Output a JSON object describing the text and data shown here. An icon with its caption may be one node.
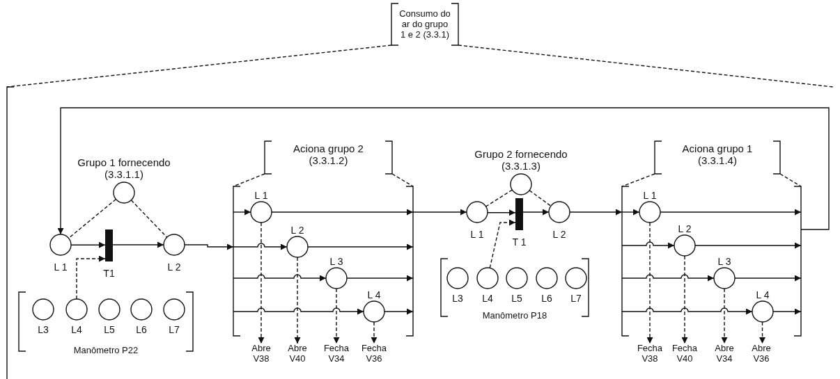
{
  "diagram": {
    "nodes": [
      {
        "text": [
          "Consumo do ar do grupo 1 e 2 (3.3.1)"
        ]
      },
      {
        "text": [],
        "shape": "bracket"
      },
      {
        "text": [
          "Grupo 1 fornecendo (3.3.1.1)"
        ],
        "in": 1
      },
      {
        "text": [],
        "shape": "circle",
        "in": 1,
        "beside": [
          "L 1"
        ]
      },
      {
        "text": [],
        "shape": "bar",
        "in": 1,
        "beside": [
          "T1"
        ]
      },
      {
        "text": [],
        "shape": "circle",
        "in": 1,
        "beside": [
          "L 2"
        ]
      },
      {
        "text": [
          "Manômetro P22"
        ],
        "in": 1
      },
      {
        "text": [],
        "shape": "circle",
        "in": 6,
        "beside": [
          "L3"
        ]
      },
      {
        "text": [],
        "shape": "circle",
        "in": 6,
        "beside": [
          "L4"
        ]
      },
      {
        "text": [],
        "shape": "circle",
        "in": 6,
        "beside": [
          "L5"
        ]
      },
      {
        "text": [],
        "shape": "circle",
        "in": 6,
        "beside": [
          "L6"
        ]
      },
      {
        "text": [],
        "shape": "circle",
        "in": 6,
        "beside": [
          "L7"
        ]
      },
      {
        "text": [
          "Aciona grupo 2 (3.3.1.2)"
        ],
        "in": 1
      },
      {
        "text": [],
        "shape": "bracket",
        "in": 1
      },
      {
        "text": [],
        "shape": "circle",
        "in": 13,
        "beside": [
          "L 1"
        ]
      },
      {
        "text": [],
        "shape": "circle",
        "in": 13,
        "beside": [
          "L 2"
        ]
      },
      {
        "text": [],
        "shape": "circle",
        "in": 13,
        "beside": [
          "L 3"
        ]
      },
      {
        "text": [],
        "shape": "circle",
        "in": 13,
        "beside": [
          "L 4"
        ]
      },
      {
        "text": [
          "Abre V38"
        ],
        "in": 1
      },
      {
        "text": [
          "Abre V40"
        ],
        "in": 1
      },
      {
        "text": [
          "Fecha V34"
        ],
        "in": 1
      },
      {
        "text": [
          "Fecha V36"
        ],
        "in": 1
      },
      {
        "text": [
          "Grupo 2 fornecendo (3.3.1.3)"
        ],
        "in": 1
      },
      {
        "text": [],
        "shape": "circle",
        "in": 1,
        "beside": [
          "L 1"
        ]
      },
      {
        "text": [],
        "shape": "bar",
        "in": 1,
        "beside": [
          "T 1"
        ]
      },
      {
        "text": [],
        "shape": "circle",
        "in": 1,
        "beside": [
          "L 2"
        ]
      },
      {
        "text": [
          "Manômetro P18"
        ],
        "in": 1
      },
      {
        "text": [],
        "shape": "circle",
        "in": 26,
        "beside": [
          "L3"
        ]
      },
      {
        "text": [],
        "shape": "circle",
        "in": 26,
        "beside": [
          "L4"
        ]
      },
      {
        "text": [],
        "shape": "circle",
        "in": 26,
        "beside": [
          "L5"
        ]
      },
      {
        "text": [],
        "shape": "circle",
        "in": 26,
        "beside": [
          "L6"
        ]
      },
      {
        "text": [],
        "shape": "circle",
        "in": 26,
        "beside": [
          "L7"
        ]
      },
      {
        "text": [
          "Aciona grupo 1 (3.3.1.4)"
        ],
        "in": 1
      },
      {
        "text": [],
        "shape": "bracket",
        "in": 1
      },
      {
        "text": [],
        "shape": "circle",
        "in": 33,
        "beside": [
          "L 1"
        ]
      },
      {
        "text": [],
        "shape": "circle",
        "in": 33,
        "beside": [
          "L 2"
        ]
      },
      {
        "text": [],
        "shape": "circle",
        "in": 33,
        "beside": [
          "L 3"
        ]
      },
      {
        "text": [],
        "shape": "circle",
        "in": 33,
        "beside": [
          "L 4"
        ]
      },
      {
        "text": [
          "Fecha V38"
        ],
        "in": 1
      },
      {
        "text": [
          "Fecha V40"
        ],
        "in": 1
      },
      {
        "text": [
          "Abre V34"
        ],
        "in": 1
      },
      {
        "text": [
          "Abre V36"
        ],
        "in": 1
      }
    ],
    "edges": [
      {
        "from": 0,
        "to": 1,
        "arrow": "none",
        "style": "dashed"
      },
      {
        "from": 0,
        "to": 1,
        "arrow": "none",
        "style": "dashed"
      },
      {
        "from": 2,
        "to": 3,
        "arrow": "none",
        "style": "dashed"
      },
      {
        "from": 2,
        "to": 5,
        "arrow": "none",
        "style": "dashed"
      },
      {
        "from": 3,
        "to": 4,
        "arrow": "to"
      },
      {
        "from": 4,
        "to": 5,
        "arrow": "to"
      },
      {
        "from": 8,
        "to": 4,
        "arrow": "to",
        "style": "dashed"
      },
      {
        "from": 5,
        "to": 13,
        "arrow": "to"
      },
      {
        "from": 12,
        "to": 13,
        "arrow": "none",
        "style": "dashed"
      },
      {
        "from": 12,
        "to": 13,
        "arrow": "none",
        "style": "dashed"
      },
      {
        "from": 13,
        "to": 14,
        "arrow": "to"
      },
      {
        "from": 13,
        "to": 15,
        "arrow": "to"
      },
      {
        "from": 13,
        "to": 16,
        "arrow": "to"
      },
      {
        "from": 13,
        "to": 17,
        "arrow": "to"
      },
      {
        "from": 14,
        "to": 13,
        "arrow": "to"
      },
      {
        "from": 15,
        "to": 13,
        "arrow": "to"
      },
      {
        "from": 16,
        "to": 13,
        "arrow": "to"
      },
      {
        "from": 17,
        "to": 13,
        "arrow": "to"
      },
      {
        "from": 14,
        "to": 18,
        "arrow": "to",
        "style": "dashed"
      },
      {
        "from": 15,
        "to": 19,
        "arrow": "to",
        "style": "dashed"
      },
      {
        "from": 16,
        "to": 20,
        "arrow": "to",
        "style": "dashed"
      },
      {
        "from": 17,
        "to": 21,
        "arrow": "to",
        "style": "dashed"
      },
      {
        "from": 13,
        "to": 23,
        "arrow": "to"
      },
      {
        "from": 22,
        "to": 23,
        "arrow": "none",
        "style": "dashed"
      },
      {
        "from": 22,
        "to": 25,
        "arrow": "none",
        "style": "dashed"
      },
      {
        "from": 23,
        "to": 24,
        "arrow": "to"
      },
      {
        "from": 24,
        "to": 25,
        "arrow": "to"
      },
      {
        "from": 28,
        "to": 24,
        "arrow": "to",
        "style": "dashed"
      },
      {
        "from": 25,
        "to": 33,
        "arrow": "to"
      },
      {
        "from": 32,
        "to": 33,
        "arrow": "none",
        "style": "dashed"
      },
      {
        "from": 32,
        "to": 33,
        "arrow": "none",
        "style": "dashed"
      },
      {
        "from": 33,
        "to": 34,
        "arrow": "to"
      },
      {
        "from": 33,
        "to": 35,
        "arrow": "to"
      },
      {
        "from": 33,
        "to": 36,
        "arrow": "to"
      },
      {
        "from": 33,
        "to": 37,
        "arrow": "to"
      },
      {
        "from": 34,
        "to": 33,
        "arrow": "to"
      },
      {
        "from": 35,
        "to": 33,
        "arrow": "to"
      },
      {
        "from": 36,
        "to": 33,
        "arrow": "to"
      },
      {
        "from": 37,
        "to": 33,
        "arrow": "to"
      },
      {
        "from": 34,
        "to": 38,
        "arrow": "to",
        "style": "dashed"
      },
      {
        "from": 35,
        "to": 39,
        "arrow": "to",
        "style": "dashed"
      },
      {
        "from": 36,
        "to": 40,
        "arrow": "to",
        "style": "dashed"
      },
      {
        "from": 37,
        "to": 41,
        "arrow": "to",
        "style": "dashed"
      },
      {
        "from": 33,
        "to": 3,
        "arrow": "to"
      }
    ]
  }
}
